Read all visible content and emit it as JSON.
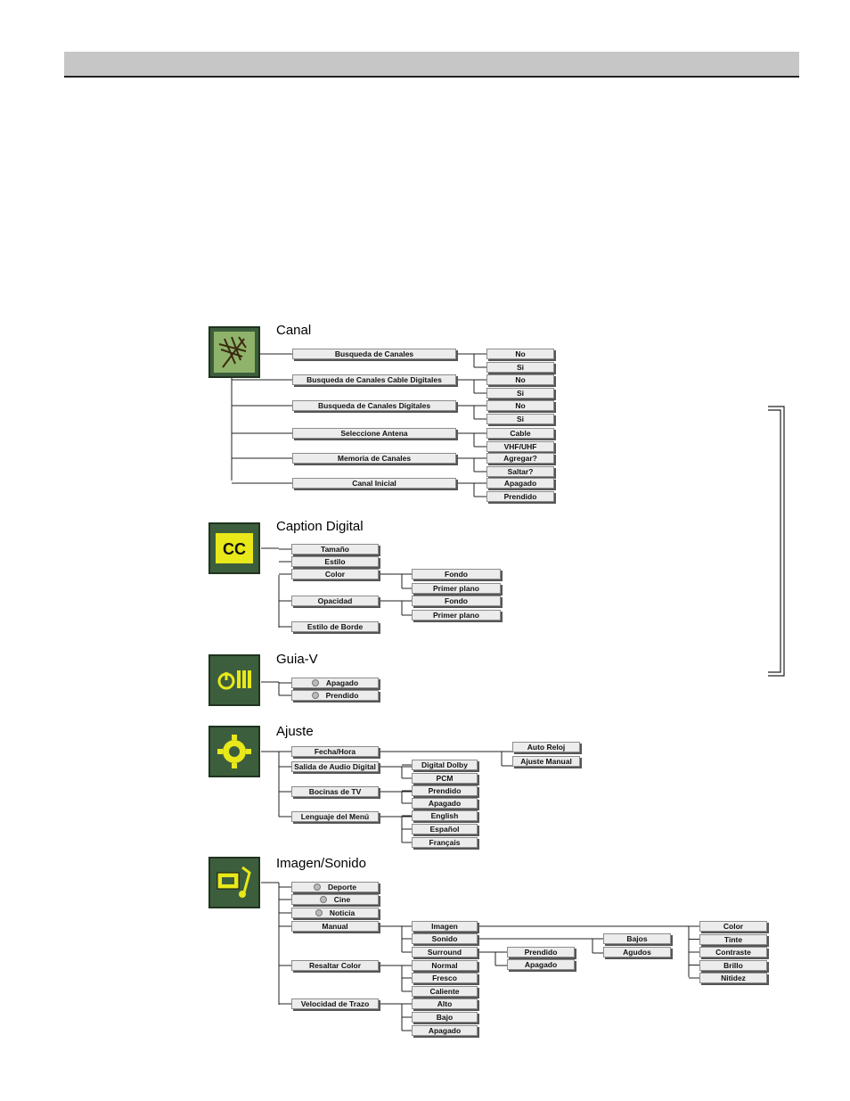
{
  "sections": [
    {
      "title": "Canal",
      "icon": "antenna-icon",
      "rows": [
        {
          "label": "Busqueda de Canales",
          "options": [
            "No",
            "Si"
          ]
        },
        {
          "label": "Busqueda de Canales Cable Digitales",
          "options": [
            "No",
            "Si"
          ]
        },
        {
          "label": "Busqueda de Canales Digitales",
          "options": [
            "No",
            "Si"
          ]
        },
        {
          "label": "Seleccione Antena",
          "options": [
            "Cable",
            "VHF/UHF"
          ]
        },
        {
          "label": "Memoria de Canales",
          "options": [
            "Agregar?",
            "Saltar?"
          ]
        },
        {
          "label": "Canal Inicial",
          "options": [
            "Apagado",
            "Prendido"
          ]
        }
      ]
    },
    {
      "title": "Caption Digital",
      "icon": "cc-icon",
      "rows": [
        {
          "label": "Tamaño"
        },
        {
          "label": "Estilo"
        },
        {
          "label": "Color",
          "options": [
            "Fondo",
            "Primer plano"
          ]
        },
        {
          "label": "Opacidad",
          "options": [
            "Fondo",
            "Primer plano"
          ]
        },
        {
          "label": "Estilo de Borde"
        }
      ]
    },
    {
      "title": "Guia-V",
      "icon": "power-guide-icon",
      "rows": [
        {
          "label": "Apagado",
          "radio": true
        },
        {
          "label": "Prendido",
          "radio": true
        }
      ]
    },
    {
      "title": "Ajuste",
      "icon": "gear-icon",
      "rows": [
        {
          "label": "Fecha/Hora",
          "options": [
            "Auto Reloj",
            "Ajuste Manual"
          ]
        },
        {
          "label": "Salida de Audio Digital",
          "options": [
            "Digital Dolby",
            "PCM"
          ]
        },
        {
          "label": "Bocinas de TV",
          "options": [
            "Prendido",
            "Apagado"
          ]
        },
        {
          "label": "Lenguaje del Menú",
          "options": [
            "English",
            "Español",
            "Français"
          ]
        }
      ]
    },
    {
      "title": "Imagen/Sonido",
      "icon": "picture-sound-icon",
      "rows": [
        {
          "label": "Deporte",
          "radio": true
        },
        {
          "label": "Cine",
          "radio": true
        },
        {
          "label": "Noticia",
          "radio": true
        },
        {
          "label": "Manual",
          "options": [
            "Imagen",
            "Sonido",
            "Surround"
          ]
        },
        {
          "label": "Resaltar Color",
          "options": [
            "Normal",
            "Fresco",
            "Caliente"
          ]
        },
        {
          "label": "Velocidad de Trazo",
          "options": [
            "Alto",
            "Bajo",
            "Apagado"
          ]
        }
      ],
      "manual_submenus": {
        "imagen": [
          "Color",
          "Tinte",
          "Contraste",
          "Brillo",
          "Nitidez"
        ],
        "sonido": [
          "Bajos",
          "Agudos"
        ],
        "surround": [
          "Prendido",
          "Apagado"
        ]
      }
    }
  ],
  "colors": {
    "icon_bg": "#3d5e3d",
    "icon_accent": "#e8e81a",
    "box_fill": "#ececec",
    "header_band": "#c6c6c6"
  }
}
